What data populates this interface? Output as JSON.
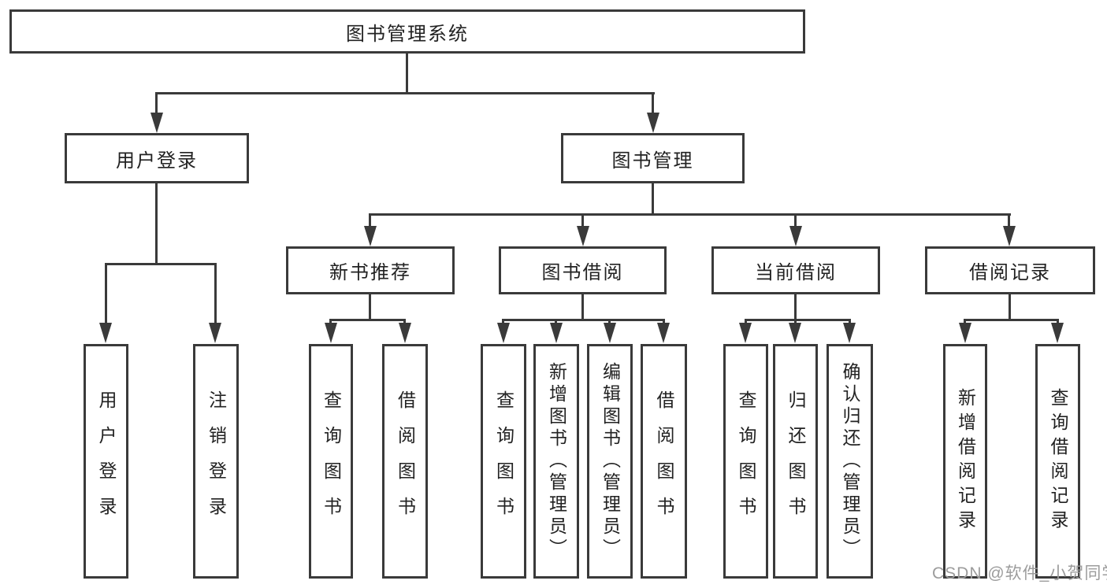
{
  "diagram": {
    "root": {
      "label": "图书管理系统"
    },
    "level2": [
      {
        "label": "用户登录"
      },
      {
        "label": "图书管理"
      }
    ],
    "level3": [
      {
        "label": "新书推荐"
      },
      {
        "label": "图书借阅"
      },
      {
        "label": "当前借阅"
      },
      {
        "label": "借阅记录"
      }
    ],
    "leaves": {
      "user_login": [
        {
          "label": "用户登录"
        },
        {
          "label": "注销登录"
        }
      ],
      "new_book": [
        {
          "label": "查询图书"
        },
        {
          "label": "借阅图书"
        }
      ],
      "book_borrow": [
        {
          "label": "查询图书"
        },
        {
          "label": "新增图书（管理员）"
        },
        {
          "label": "编辑图书（管理员）"
        },
        {
          "label": "借阅图书"
        }
      ],
      "current_borrow": [
        {
          "label": "查询图书"
        },
        {
          "label": "归还图书"
        },
        {
          "label": "确认归还（管理员）"
        }
      ],
      "borrow_record": [
        {
          "label": "新增借阅记录"
        },
        {
          "label": "查询借阅记录"
        }
      ]
    },
    "watermark": "CSDN @软件_小贺同学",
    "colors": {
      "line": "#3a3a3a",
      "text": "#222222",
      "watermark": "#9c9c9c",
      "background": "#ffffff"
    }
  }
}
